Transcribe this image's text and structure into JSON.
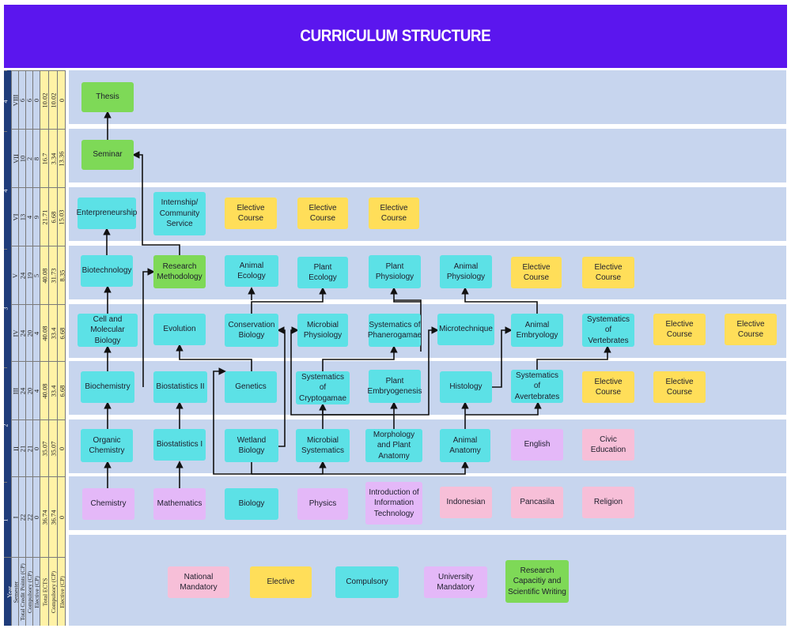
{
  "title": "CURRICULUM STRUCTURE",
  "sidebar": {
    "headers": [
      "Year",
      "Semester",
      "Total Credit Points (CP)",
      "Compulsory (CP)",
      "Elective (CP)",
      "Total ECTS",
      "Compulsory (CP)",
      "Elective (CP)"
    ],
    "years": [
      "4",
      "3",
      "2",
      "1"
    ],
    "semesters": [
      {
        "sem": "VIII",
        "total_cp": "6",
        "comp_cp": "6",
        "elec_cp": "0",
        "total_ects": "10.02",
        "comp_ects": "10.02",
        "elec_ects": "0"
      },
      {
        "sem": "VII",
        "total_cp": "10",
        "comp_cp": "2",
        "elec_cp": "8",
        "total_ects": "16.7",
        "comp_ects": "3.34",
        "elec_ects": "13.36"
      },
      {
        "sem": "VI",
        "total_cp": "13",
        "comp_cp": "4",
        "elec_cp": "9",
        "total_ects": "21.71",
        "comp_ects": "6.68",
        "elec_ects": "15.03"
      },
      {
        "sem": "V",
        "total_cp": "24",
        "comp_cp": "19",
        "elec_cp": "5",
        "total_ects": "40.08",
        "comp_ects": "31.73",
        "elec_ects": "8.35"
      },
      {
        "sem": "IV",
        "total_cp": "24",
        "comp_cp": "20",
        "elec_cp": "4",
        "total_ects": "40.08",
        "comp_ects": "33.4",
        "elec_ects": "6.68"
      },
      {
        "sem": "III",
        "total_cp": "24",
        "comp_cp": "20",
        "elec_cp": "4",
        "total_ects": "40.08",
        "comp_ects": "33.4",
        "elec_ects": "6.68"
      },
      {
        "sem": "II",
        "total_cp": "21",
        "comp_cp": "21",
        "elec_cp": "0",
        "total_ects": "35.07",
        "comp_ects": "35.07",
        "elec_ects": "0"
      },
      {
        "sem": "I",
        "total_cp": "22",
        "comp_cp": "22",
        "elec_cp": "0",
        "total_ects": "36.74",
        "comp_ects": "36.74",
        "elec_ects": "0"
      }
    ]
  },
  "colors": {
    "header": "#5b16ee",
    "band": "#c7d5ee",
    "compulsory": "#5ce1e6",
    "elective": "#ffde59",
    "university_mandatory": "#e4b8f8",
    "national_mandatory": "#f7bfd8",
    "research": "#7ed957",
    "sidebar_blue": "#c7d5ee",
    "sidebar_yellow": "#fff2a6"
  },
  "nodes": {
    "thesis": "Thesis",
    "seminar": "Seminar",
    "enterpreneurship": "Enterpreneurship",
    "internship": "Internship/ Community Service",
    "elective_s6_1": "Elective Course",
    "elective_s6_2": "Elective Course",
    "elective_s6_3": "Elective Course",
    "biotechnology": "Biotechnology",
    "research_methodology": "Research Methodology",
    "animal_ecology": "Animal Ecology",
    "plant_ecology": "Plant Ecology",
    "plant_physiology": "Plant Physiology",
    "animal_physiology": "Animal Physiology",
    "elective_s5_1": "Elective Course",
    "elective_s5_2": "Elective Course",
    "cell_molecular_biology": "Cell and Molecular Biology",
    "evolution": "Evolution",
    "conservation_biology": "Conservation Biology",
    "microbial_physiology": "Microbial Physiology",
    "systematics_phanerogamae": "Systematics of Phanerogamae",
    "microtechnique": "Microtechnique",
    "animal_embryology": "Animal Embryology",
    "systematics_vertebrates": "Systematics of Vertebrates",
    "elective_s4_1": "Elective Course",
    "elective_s4_2": "Elective Course",
    "biochemistry": "Biochemistry",
    "biostatistics_2": "Biostatistics II",
    "genetics": "Genetics",
    "systematics_cryptogamae": "Systematics of Cryptogamae",
    "plant_embryogenesis": "Plant Embryogenesis",
    "histology": "Histology",
    "systematics_avertebrates": "Systematics of Avertebrates",
    "elective_s3_1": "Elective Course",
    "elective_s3_2": "Elective Course",
    "organic_chemistry": "Organic Chemistry",
    "biostatistics_1": "Biostatistics I",
    "wetland_biology": "Wetland Biology",
    "microbial_systematics": "Microbial Systematics",
    "morphology_plant_anatomy": "Morphology and Plant Anatomy",
    "animal_anatomy": "Animal Anatomy",
    "english": "English",
    "civic_education": "Civic Education",
    "chemistry": "Chemistry",
    "mathematics": "Mathematics",
    "biology": "Biology",
    "physics": "Physics",
    "intro_it": "Introduction of Information Technology",
    "indonesian": "Indonesian",
    "pancasila": "Pancasila",
    "religion": "Religion"
  },
  "legend": {
    "national_mandatory": "National Mandatory",
    "elective": "Elective",
    "compulsory": "Compulsory",
    "university_mandatory": "University Mandatory",
    "research": "Research Capacitiy and Scientific Writing"
  }
}
